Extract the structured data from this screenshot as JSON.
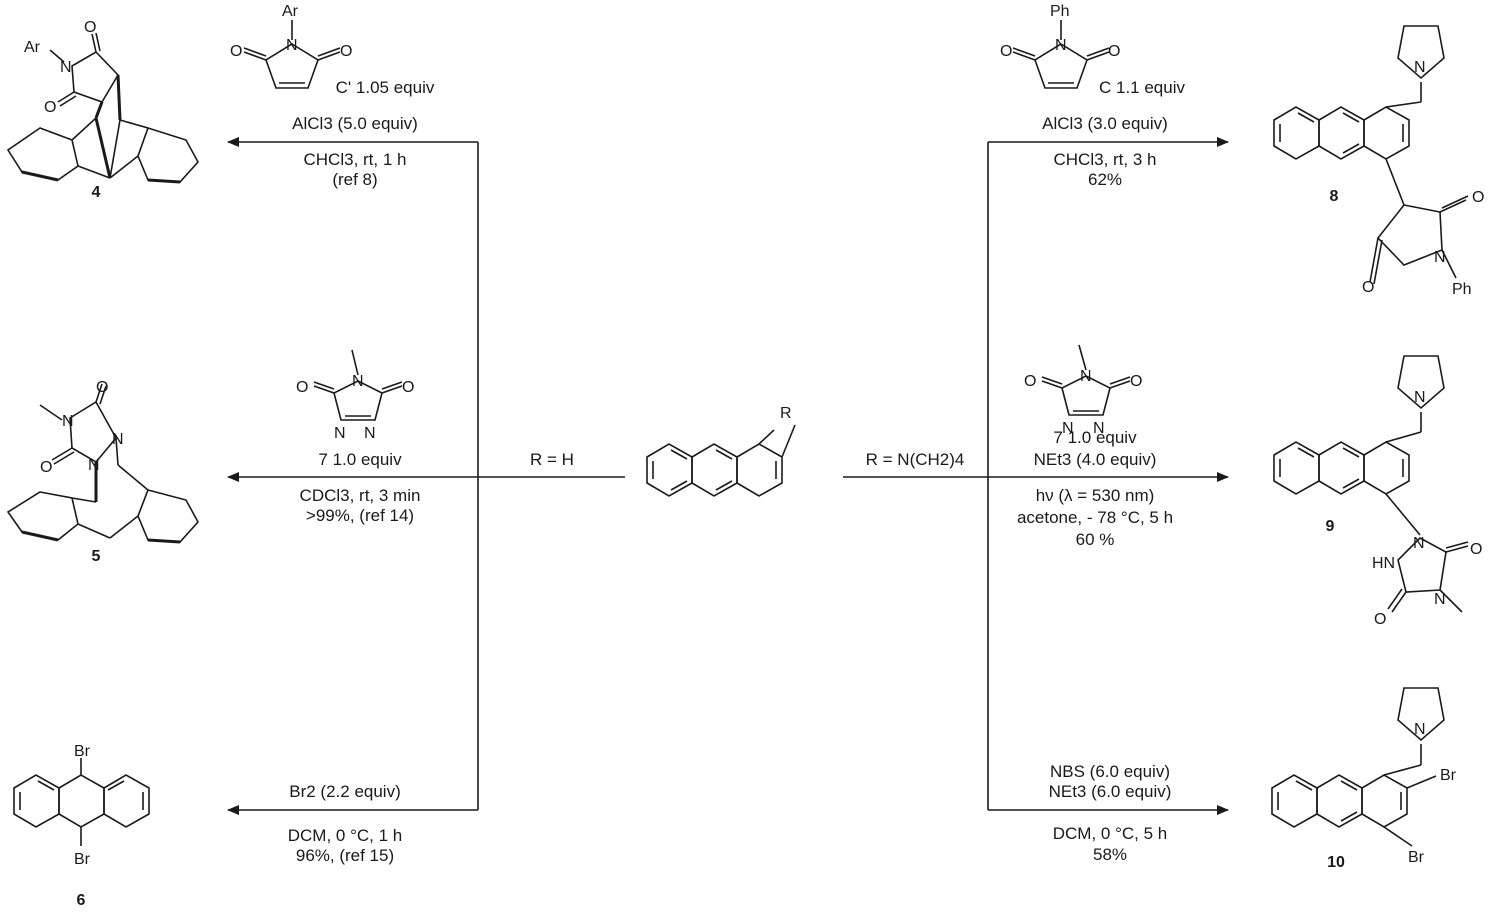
{
  "branches": {
    "left_label": "R = H",
    "right_label": "R = N(CH2)4"
  },
  "substituent": "R",
  "left": {
    "r1": {
      "reagent_sub": "Ar",
      "reagent_equiv": "C' 1.05 equiv",
      "line1": "AlCl3 (5.0 equiv)",
      "line2": "CHCl3, rt, 1 h",
      "line3": "(ref 8)",
      "product": "4"
    },
    "r2": {
      "reagent_equiv": "7 1.0 equiv",
      "line1": "CDCl3, rt, 3 min",
      "line2": ">99%, (ref 14)",
      "product": "5"
    },
    "r3": {
      "line1": "Br2 (2.2 equiv)",
      "line2": "DCM, 0 °C, 1 h",
      "line3": "96%, (ref 15)",
      "product": "6"
    }
  },
  "right": {
    "r1": {
      "reagent_sub": "Ph",
      "reagent_equiv": "C 1.1 equiv",
      "line1": "AlCl3 (3.0 equiv)",
      "line2": "CHCl3, rt, 3 h",
      "line3": "62%",
      "product": "8"
    },
    "r2": {
      "reagent_equiv": "7 1.0 equiv",
      "line1": "NEt3 (4.0 equiv)",
      "line2": "hν (λ = 530 nm)",
      "line3": "acetone, - 78 °C, 5 h",
      "line4": "60 %",
      "product": "9"
    },
    "r3": {
      "line1": "NBS (6.0 equiv)",
      "line2": "NEt3 (6.0 equiv)",
      "line3": "DCM, 0 °C, 5 h",
      "line4": "58%",
      "product": "10"
    }
  }
}
